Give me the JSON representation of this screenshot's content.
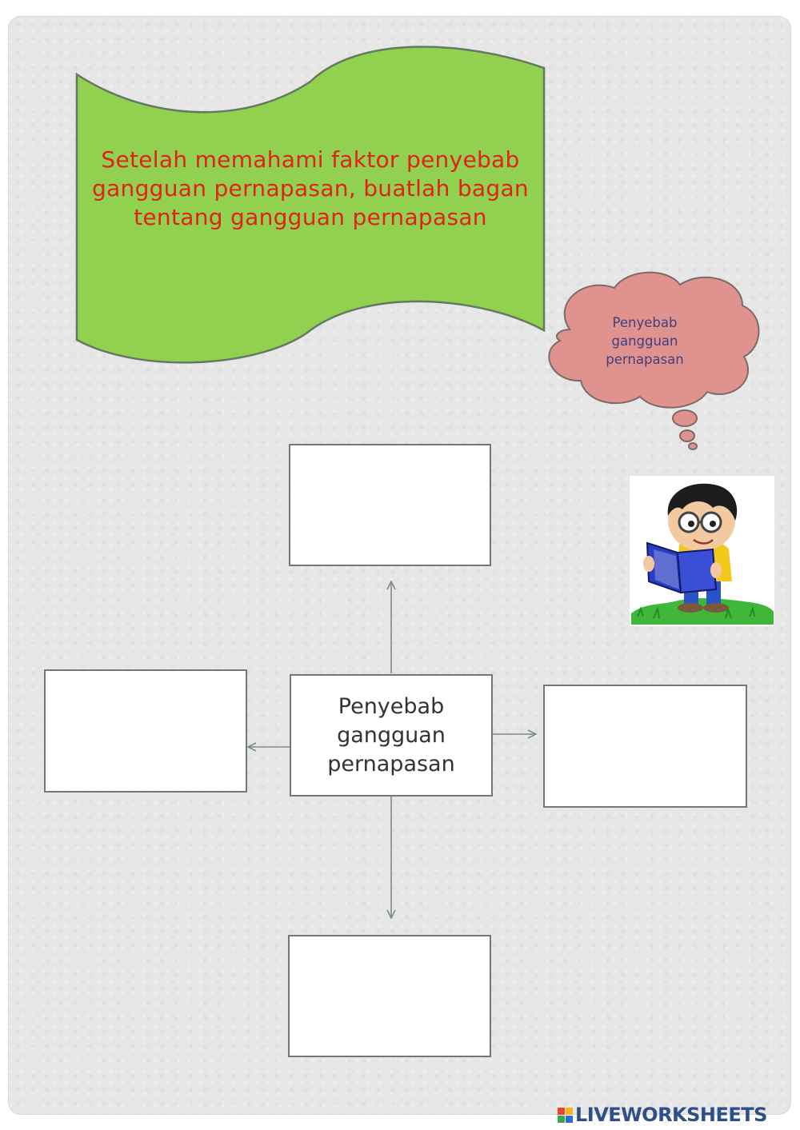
{
  "banner": {
    "text": "Setelah memahami faktor penyebab gangguan pernapasan, buatlah bagan tentang gangguan pernapasan"
  },
  "thought_cloud": {
    "text": "Penyebab gangguan pernapasan"
  },
  "diagram": {
    "center_label": "Penyebab gangguan pernapasan",
    "top_box": "",
    "left_box": "",
    "right_box": "",
    "bottom_box": ""
  },
  "illustration": {
    "name": "boy-reading-book-icon"
  },
  "footer": {
    "brand": "LIVEWORKSHEETS"
  },
  "colors": {
    "banner_fill": "#92d050",
    "banner_text": "#e0221a",
    "cloud_fill": "#e0928e",
    "cloud_text": "#3f3f7c",
    "arrow": "#7d8c86",
    "brand": "#2e4f88"
  }
}
